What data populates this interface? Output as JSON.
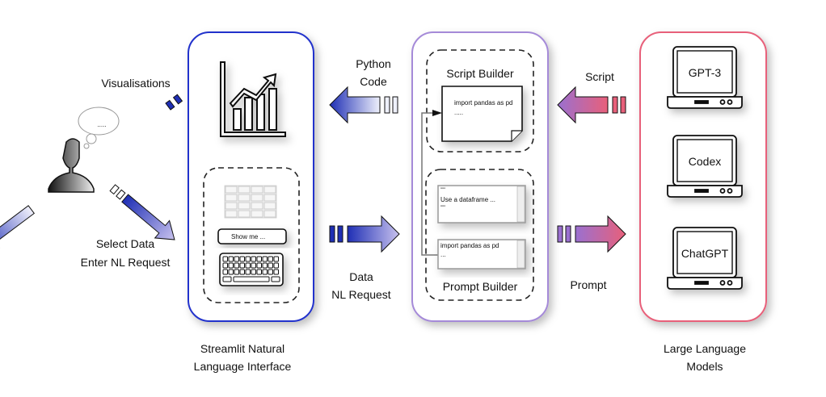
{
  "user": {
    "thought": ".....",
    "visualisations_label": "Visualisations",
    "input_label_1": "Select Data",
    "input_label_2": "Enter NL Request"
  },
  "interface": {
    "caption_1": "Streamlit Natural",
    "caption_2": "Language Interface",
    "input_text": "Show me ...",
    "color": "#2233cc"
  },
  "arrows": {
    "python_1": "Python",
    "python_2": "Code",
    "data_1": "Data",
    "data_2": "NL Request",
    "script": "Script",
    "prompt": "Prompt"
  },
  "builder": {
    "script_title": "Script Builder",
    "script_line1": "import pandas as pd",
    "script_line2": ".....",
    "prompt_title": "Prompt Builder",
    "prompt_box1_quote1": "\"\"\"",
    "prompt_box1_text": "Use a dataframe ...",
    "prompt_box1_quote2": "\"\"\"",
    "prompt_box2_line1": "import pandas as pd",
    "prompt_box2_line2": "...",
    "color": "#a58ad8"
  },
  "models": {
    "caption_1": "Large Language",
    "caption_2": "Models",
    "items": [
      "GPT-3",
      "Codex",
      "ChatGPT"
    ],
    "color": "#e8607a"
  }
}
